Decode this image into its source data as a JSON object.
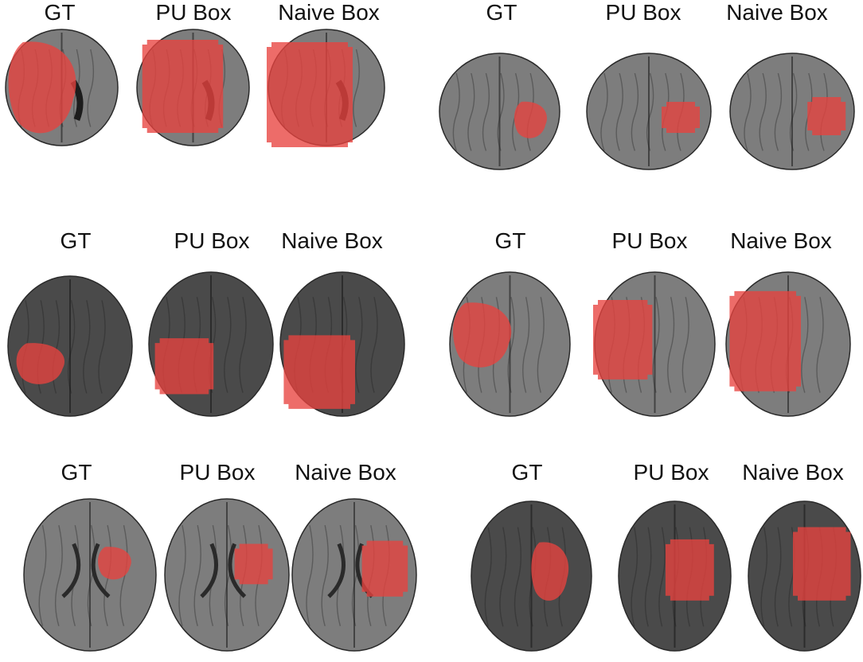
{
  "figure": {
    "groups": [
      {
        "id": "group-1",
        "panels": [
          {
            "label": "GT",
            "overlay": "organic",
            "lesion_side": "left"
          },
          {
            "label": "PU Box",
            "overlay": "blocky",
            "lesion_side": "left"
          },
          {
            "label": "Naive Box",
            "overlay": "blocky",
            "lesion_side": "left"
          }
        ]
      },
      {
        "id": "group-2",
        "panels": [
          {
            "label": "GT",
            "overlay": "organic",
            "lesion_side": "right"
          },
          {
            "label": "PU Box",
            "overlay": "blocky",
            "lesion_side": "right"
          },
          {
            "label": "Naive Box",
            "overlay": "blocky",
            "lesion_side": "right"
          }
        ]
      },
      {
        "id": "group-3",
        "panels": [
          {
            "label": "GT",
            "overlay": "organic",
            "lesion_side": "left"
          },
          {
            "label": "PU Box",
            "overlay": "blocky",
            "lesion_side": "left"
          },
          {
            "label": "Naive Box",
            "overlay": "blocky",
            "lesion_side": "left"
          }
        ]
      },
      {
        "id": "group-4",
        "panels": [
          {
            "label": "GT",
            "overlay": "organic",
            "lesion_side": "left"
          },
          {
            "label": "PU Box",
            "overlay": "blocky",
            "lesion_side": "left"
          },
          {
            "label": "Naive Box",
            "overlay": "blocky",
            "lesion_side": "left"
          }
        ]
      },
      {
        "id": "group-5",
        "panels": [
          {
            "label": "GT",
            "overlay": "organic",
            "lesion_side": "right"
          },
          {
            "label": "PU Box",
            "overlay": "blocky",
            "lesion_side": "right"
          },
          {
            "label": "Naive Box",
            "overlay": "blocky",
            "lesion_side": "right"
          }
        ]
      },
      {
        "id": "group-6",
        "panels": [
          {
            "label": "GT",
            "overlay": "organic",
            "lesion_side": "center"
          },
          {
            "label": "PU Box",
            "overlay": "blocky",
            "lesion_side": "center"
          },
          {
            "label": "Naive Box",
            "overlay": "blocky",
            "lesion_side": "center"
          }
        ]
      }
    ],
    "colors": {
      "overlay": "#e8433f",
      "tissue": "#7d7d7d",
      "tissue_dark": "#4a4a4a",
      "ventricle": "#1c1c1c"
    }
  }
}
